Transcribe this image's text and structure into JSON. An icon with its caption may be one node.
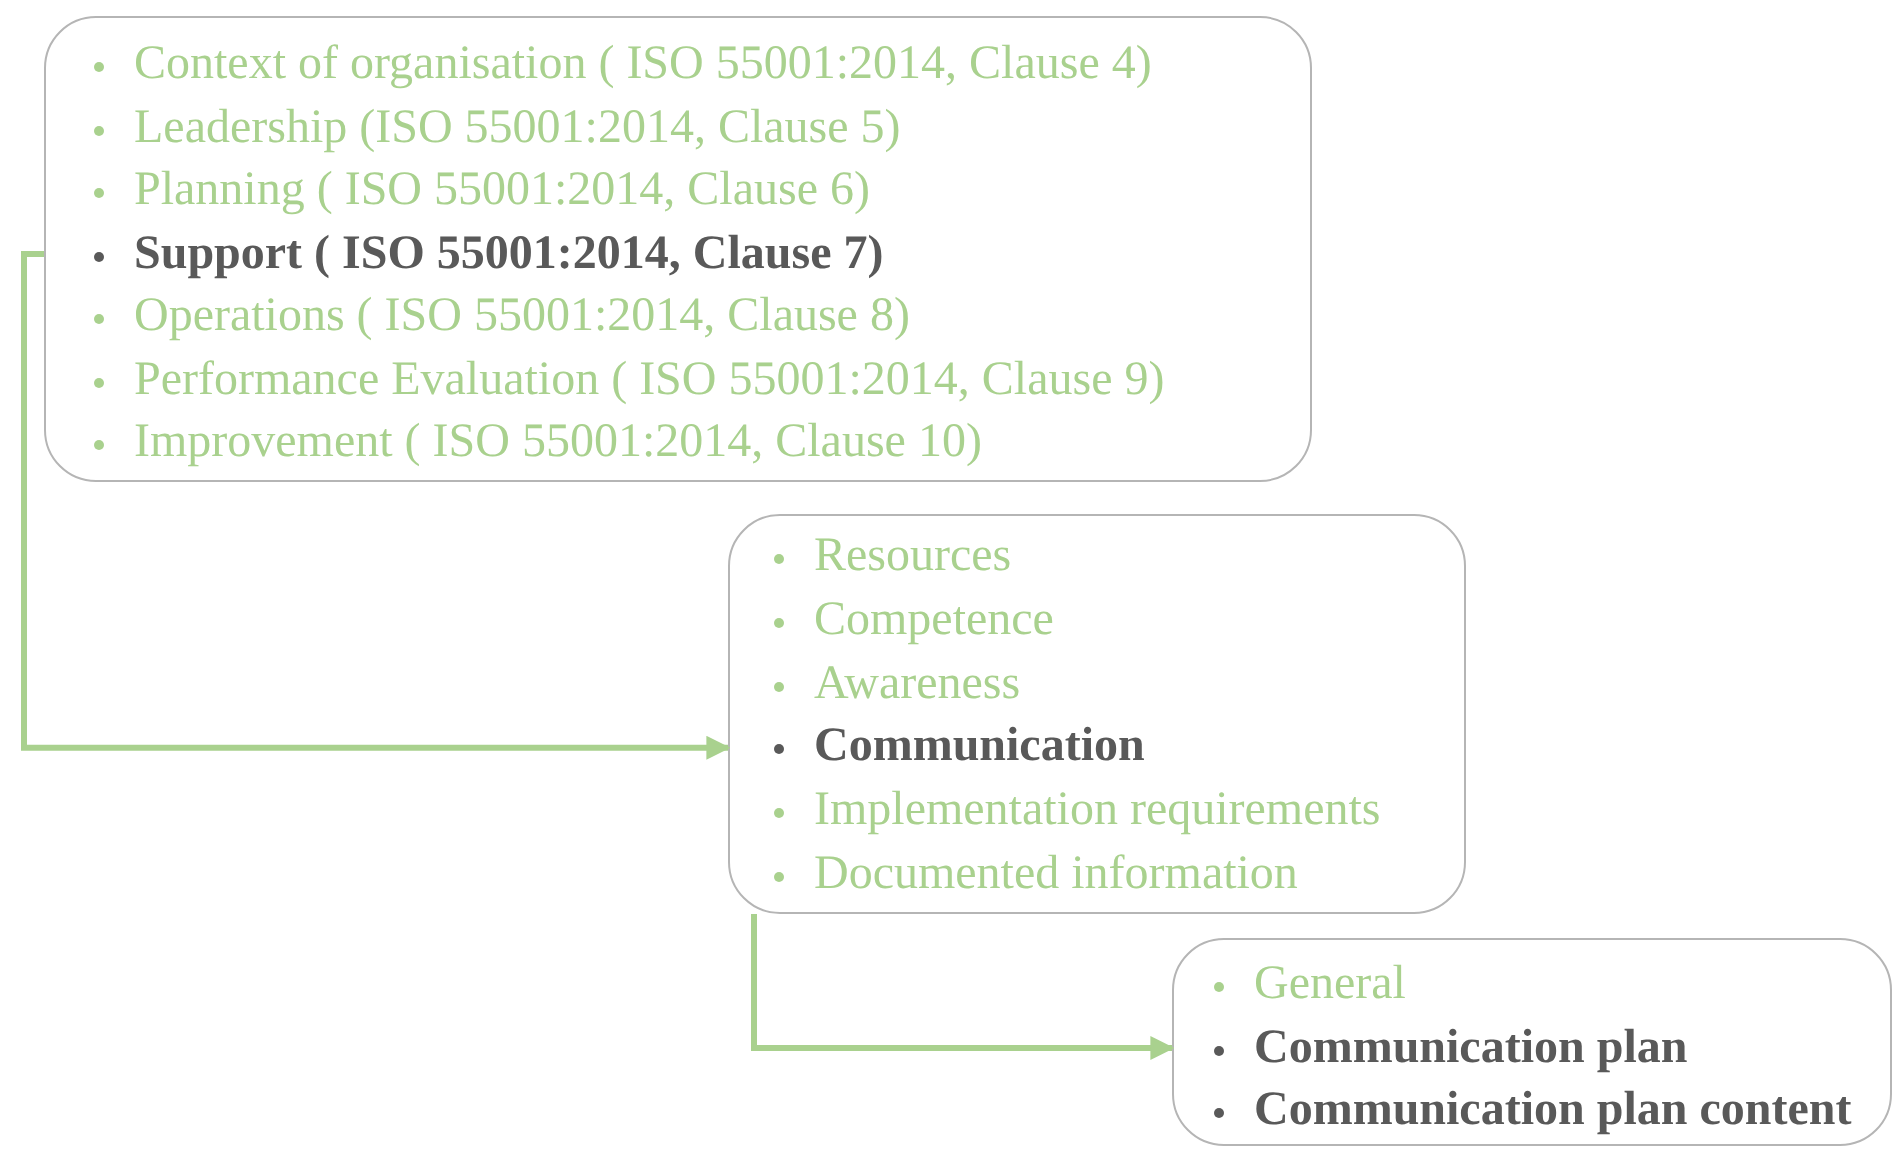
{
  "diagram": {
    "nodes": [
      {
        "text": [
          "Context of organisation ( ISO 55001:2014, Clause 4)",
          "Leadership (ISO 55001:2014, Clause 5)",
          "Planning ( ISO 55001:2014, Clause 6)",
          "**Support ( ISO 55001:2014, Clause 7)**",
          "Operations ( ISO 55001:2014, Clause 8)",
          "Performance Evaluation ( ISO 55001:2014, Clause 9)",
          "Improvement ( ISO 55001:2014, Clause 10)"
        ]
      },
      {
        "text": [
          "Resources",
          "Competence",
          "Awareness",
          "**Communication**",
          "Implementation requirements",
          "Documented information"
        ]
      },
      {
        "text": [
          "General",
          "**Communication plan**",
          "**Communication plan content**"
        ]
      }
    ],
    "edges": [
      {
        "from": 0,
        "to": 1,
        "arrow": "to"
      },
      {
        "from": 1,
        "to": 2,
        "arrow": "to"
      }
    ]
  }
}
